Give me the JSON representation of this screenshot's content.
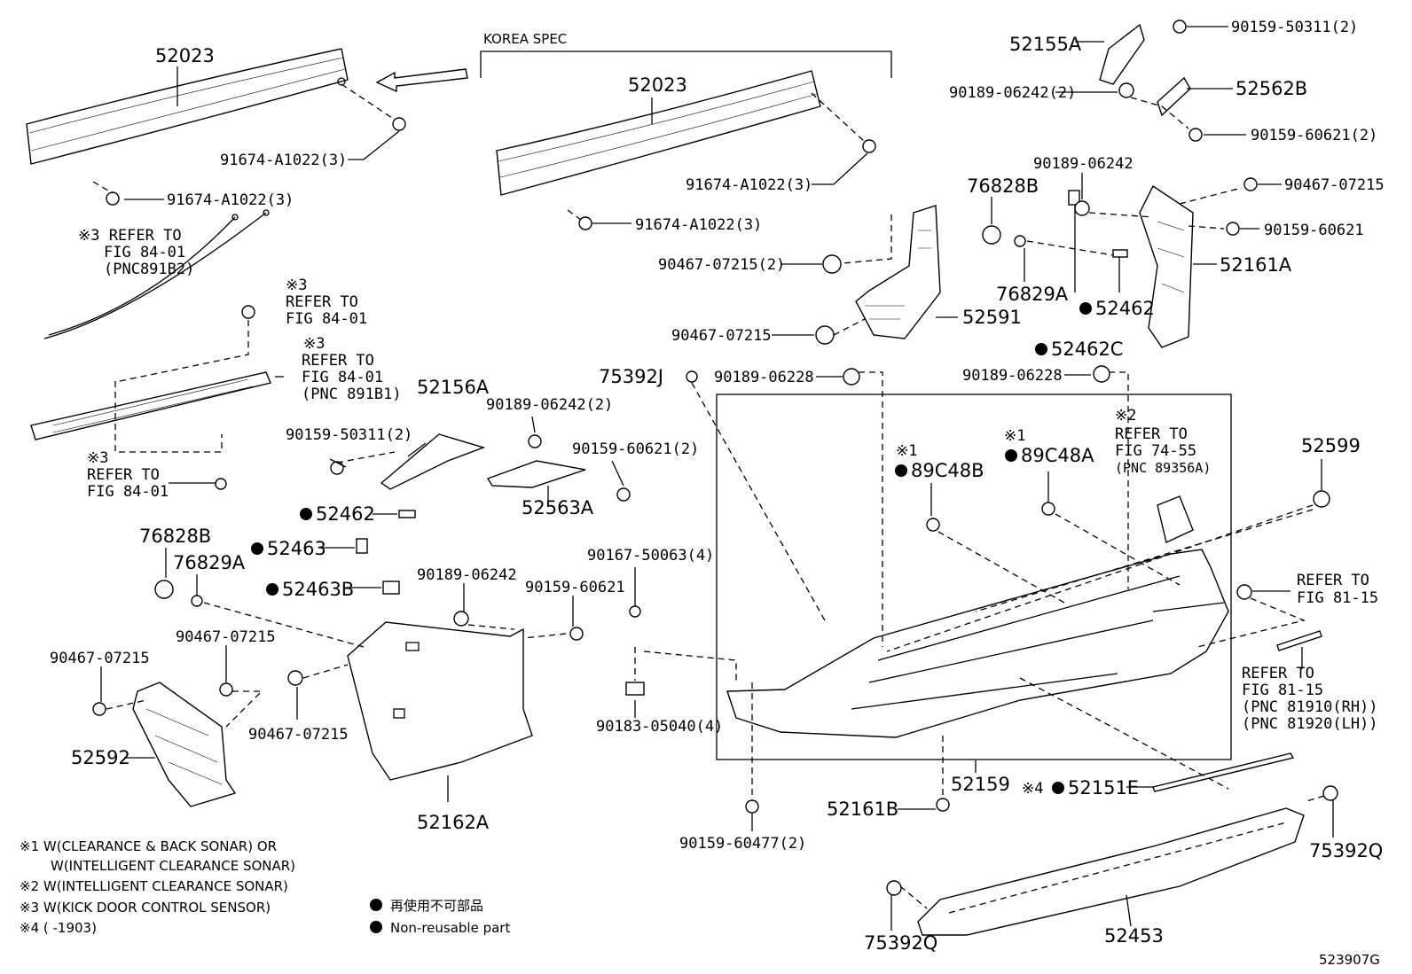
{
  "diagram": {
    "figure_code": "523907G",
    "korea_spec": "KOREA SPEC",
    "parts": {
      "p52023_left": "52023",
      "p52023_korea": "52023",
      "b91674_1": "91674-A1022(3)",
      "b91674_2": "91674-A1022(3)",
      "b91674_3": "91674-A1022(3)",
      "b91674_4": "91674-A1022(3)",
      "p52155A": "52155A",
      "c90159_50311_2a": "90159-50311(2)",
      "c90189_06242_2a": "90189-06242(2)",
      "p52562B": "52562B",
      "c90159_60621_2a": "90159-60621(2)",
      "c90189_06242_top": "90189-06242",
      "c90467_07215_top": "90467-07215",
      "c90159_60621_top": "90159-60621",
      "p52161A": "52161A",
      "p76828B_top": "76828B",
      "p76829A_top": "76829A",
      "c90467_07215_2": "90467-07215(2)",
      "c90467_07215_mid": "90467-07215",
      "p52591": "52591",
      "p52462_top": "52462",
      "p52462C": "52462C",
      "p75392J": "75392J",
      "c90189_06228_a": "90189-06228",
      "c90189_06228_b": "90189-06228",
      "p52156A": "52156A",
      "c90159_50311_2b": "90159-50311(2)",
      "c90189_06242_2b": "90189-06242(2)",
      "c90159_60621_2b": "90159-60621(2)",
      "p52563A": "52563A",
      "p52462_left": "52462",
      "p52463": "52463",
      "p52463B": "52463B",
      "p76828B_left": "76828B",
      "p76829A_left": "76829A",
      "c90189_06242_low": "90189-06242",
      "c90159_60621_low": "90159-60621",
      "c90167_50063": "90167-50063(4)",
      "c90183_05040": "90183-05040(4)",
      "c90467_07215_l1": "90467-07215",
      "c90467_07215_l2": "90467-07215",
      "c90467_07215_l3": "90467-07215",
      "p52592": "52592",
      "p52162A": "52162A",
      "p89C48B": "89C48B",
      "p89C48A": "89C48A",
      "p52599": "52599",
      "p52159": "52159",
      "p52161B": "52161B",
      "p52151E": "52151E",
      "c90159_60477": "90159-60477(2)",
      "p75392Q_a": "75392Q",
      "p75392Q_b": "75392Q",
      "p52453": "52453"
    },
    "refs": {
      "r1_l1": "※3 REFER TO",
      "r1_l2": "FIG 84-01",
      "r1_l3": "(PNC891B2)",
      "r2_l1": "※3",
      "r2_l2": "REFER TO",
      "r2_l3": "FIG 84-01",
      "r3_l1": "※3",
      "r3_l2": "REFER TO",
      "r3_l3": "FIG 84-01",
      "r3_l4": "(PNC 891B1)",
      "r4_l1": "※3",
      "r4_l2": "REFER TO",
      "r4_l3": "FIG 84-01",
      "r5_l1": "※2",
      "r5_l2": "REFER TO",
      "r5_l3": "FIG 74-55",
      "r5_l4": "(PNC 89356A)",
      "r6_l1": "REFER TO",
      "r6_l2": "FIG 81-15",
      "r7_l1": "REFER TO",
      "r7_l2": "FIG 81-15",
      "r7_l3": "(PNC 81910(RH))",
      "r7_l4": "(PNC 81920(LH))",
      "m1": "※1",
      "m2": "※1",
      "m4": "※4"
    },
    "notes": {
      "n1a": "※1 W(CLEARANCE & BACK SONAR) OR",
      "n1b": "W(INTELLIGENT CLEARANCE SONAR)",
      "n2": "※2 W(INTELLIGENT CLEARANCE SONAR)",
      "n3": "※3 W(KICK DOOR CONTROL SENSOR)",
      "n4": "※4 (       -1903)",
      "legend_jp": "再使用不可部品",
      "legend_en": "Non-reusable part"
    }
  }
}
